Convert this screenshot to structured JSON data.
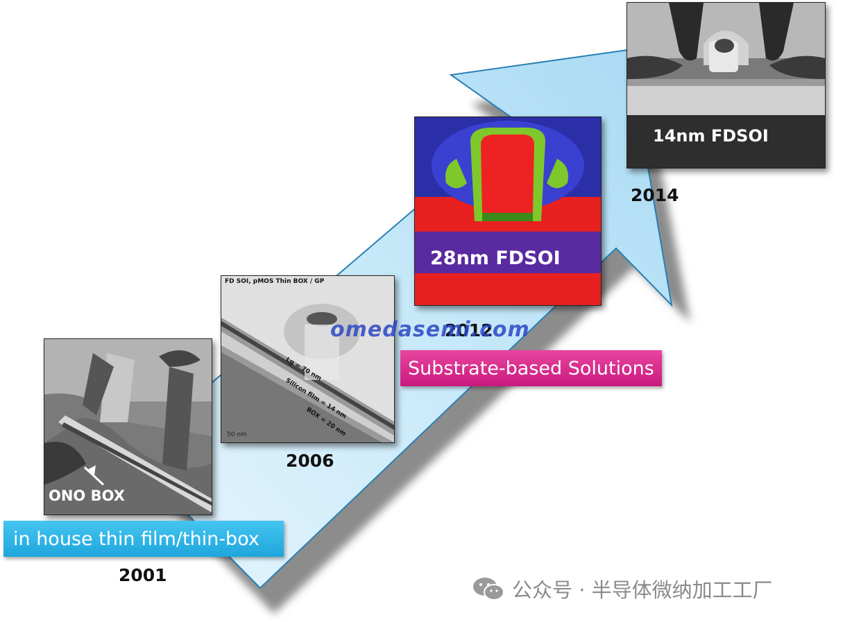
{
  "timeline": [
    {
      "year": "2001",
      "caption": "ONO BOX"
    },
    {
      "year": "2006",
      "header": "FD SOI, pMOS Thin BOX / GP",
      "annot_lg": "Lg = 70 nm",
      "annot_film": "Silicon film = 14 nm",
      "annot_box": "BOX = 20 nm",
      "scale": "50 nm"
    },
    {
      "year": "2012",
      "caption": "28nm FDSOI"
    },
    {
      "year": "2014",
      "caption": "14nm FDSOI"
    }
  ],
  "banners": {
    "inhouse": {
      "label": "in house thin film/thin-box",
      "color": "#27b4e6"
    },
    "substrate": {
      "label": "Substrate-based Solutions",
      "color": "#d8238c"
    }
  },
  "watermarks": {
    "site": "omedasemi.com",
    "wechat": "公众号 · 半导体微纳加工工厂"
  },
  "colors": {
    "arrow_fill": "#bde3f7",
    "arrow_stroke": "#2a7fb5"
  }
}
